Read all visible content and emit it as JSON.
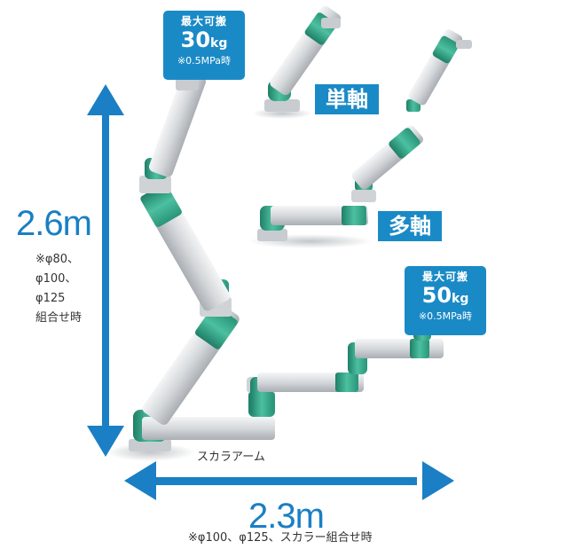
{
  "colors": {
    "accent_blue": "#1a7fc4",
    "badge_blue": "#1a8ac6",
    "arm_green": "#2e9e83",
    "arm_gray": "#d9dcde"
  },
  "badge_top": {
    "title": "最大可搬",
    "value": "30",
    "unit": "kg",
    "note": "※0.5MPa時"
  },
  "badge_bottom": {
    "title": "最大可搬",
    "value": "50",
    "unit": "kg",
    "note": "※0.5MPa時"
  },
  "tags": {
    "single_axis": "単軸",
    "multi_axis": "多軸"
  },
  "vertical_dimension": {
    "value": "2.6m",
    "notes": [
      "※φ80、",
      "φ100、",
      "φ125",
      "組合せ時"
    ]
  },
  "horizontal_dimension": {
    "value": "2.3m",
    "note": "※φ100、φ125、スカラー組合せ時"
  },
  "scara_label": "スカラアーム",
  "icons": {
    "vertical_arrow": "double-arrow-vertical",
    "horizontal_arrow": "double-arrow-horizontal"
  }
}
